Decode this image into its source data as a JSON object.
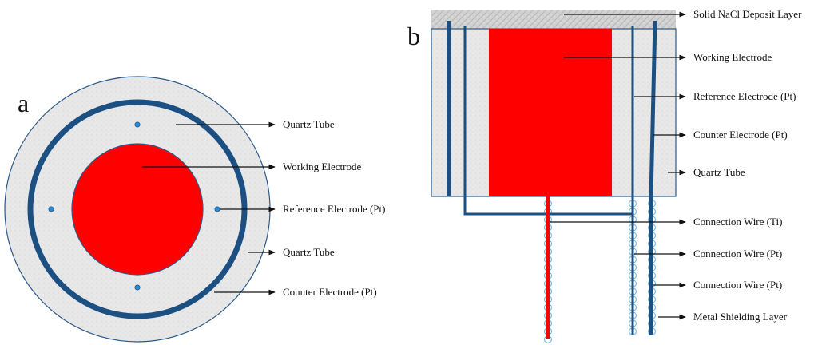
{
  "colors": {
    "quartz": "#e7e7e7",
    "electrode_red": "#ff0000",
    "wire_blue": "#1c4f82",
    "outline_blue": "#2b5a8a",
    "coil_cyan": "#6fb8e0",
    "arrow": "#111111"
  },
  "panel_a": {
    "letter": "a",
    "labels": {
      "quartz_tube_top": "Quartz Tube",
      "working_electrode": "Working Electrode",
      "reference_electrode": "Reference Electrode (Pt)",
      "quartz_tube_bottom": "Quartz Tube",
      "counter_electrode": "Counter Electrode (Pt)"
    }
  },
  "panel_b": {
    "letter": "b",
    "labels": {
      "nacl_layer": "Solid NaCl Deposit Layer",
      "working_electrode": "Working Electrode",
      "reference_electrode": "Reference Electrode (Pt)",
      "counter_electrode": "Counter Electrode (Pt)",
      "quartz_tube": "Quartz Tube",
      "wire_ti": "Connection Wire (Ti)",
      "wire_pt_1": "Connection Wire (Pt)",
      "wire_pt_2": "Connection Wire (Pt)",
      "shielding": "Metal Shielding Layer"
    }
  }
}
